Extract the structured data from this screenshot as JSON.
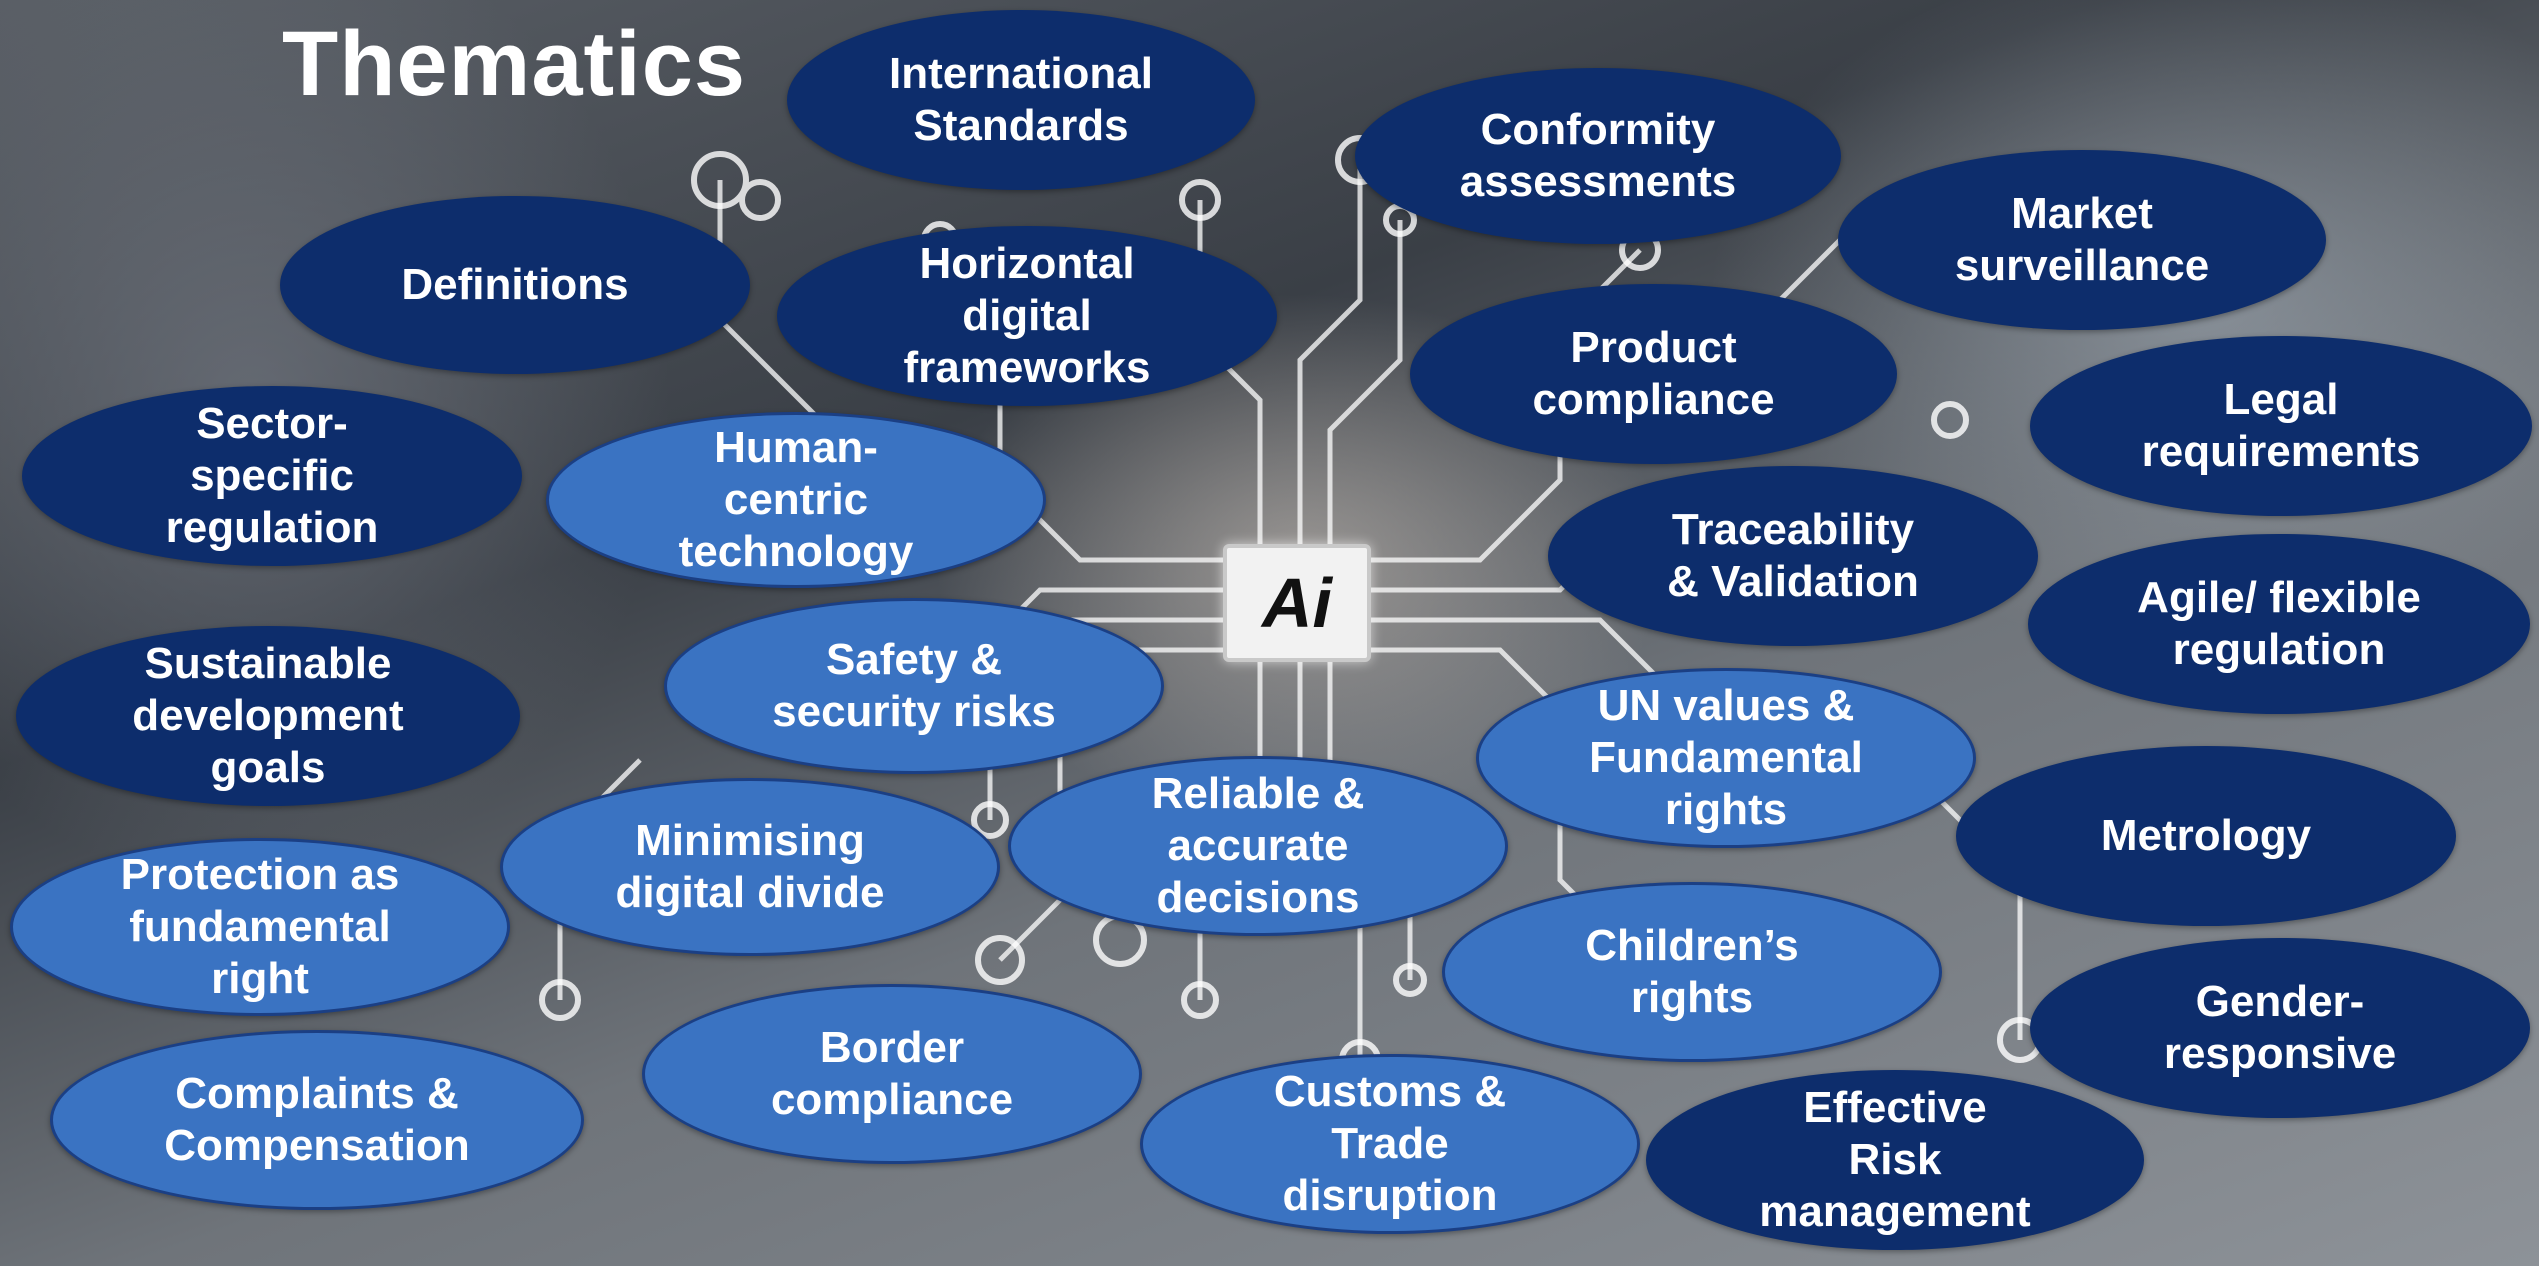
{
  "title": "Thematics",
  "chip_label": "Ai",
  "colors": {
    "dark_oval": "#0d2d6c",
    "light_oval": "#3a73c2",
    "circuit_lines": "#ffffff"
  },
  "themes": [
    {
      "id": "international-standards",
      "label": "International\nStandards",
      "style": "dark"
    },
    {
      "id": "conformity-assessments",
      "label": "Conformity\nassessments",
      "style": "dark"
    },
    {
      "id": "market-surveillance",
      "label": "Market\nsurveillance",
      "style": "dark"
    },
    {
      "id": "definitions",
      "label": "Definitions",
      "style": "dark"
    },
    {
      "id": "horizontal-digital-frameworks",
      "label": "Horizontal\ndigital\nframeworks",
      "style": "dark"
    },
    {
      "id": "product-compliance",
      "label": "Product\ncompliance",
      "style": "dark"
    },
    {
      "id": "legal-requirements",
      "label": "Legal\nrequirements",
      "style": "dark"
    },
    {
      "id": "sector-specific-regulation",
      "label": "Sector-\nspecific\nregulation",
      "style": "dark"
    },
    {
      "id": "human-centric-technology",
      "label": "Human-\ncentric\ntechnology",
      "style": "light"
    },
    {
      "id": "traceability-validation",
      "label": "Traceability\n& Validation",
      "style": "dark"
    },
    {
      "id": "agile-flexible-regulation",
      "label": "Agile/ flexible\nregulation",
      "style": "dark"
    },
    {
      "id": "sustainable-development-goals",
      "label": "Sustainable\ndevelopment\ngoals",
      "style": "dark"
    },
    {
      "id": "safety-security-risks",
      "label": "Safety &\nsecurity risks",
      "style": "light"
    },
    {
      "id": "un-values-fundamental-rights",
      "label": "UN values &\nFundamental\nrights",
      "style": "light"
    },
    {
      "id": "metrology",
      "label": "Metrology",
      "style": "dark"
    },
    {
      "id": "minimising-digital-divide",
      "label": "Minimising\ndigital divide",
      "style": "light"
    },
    {
      "id": "reliable-accurate-decisions",
      "label": "Reliable &\naccurate\ndecisions",
      "style": "light"
    },
    {
      "id": "protection-fundamental-right",
      "label": "Protection as\nfundamental\nright",
      "style": "light"
    },
    {
      "id": "childrens-rights",
      "label": "Children’s\nrights",
      "style": "light"
    },
    {
      "id": "gender-responsive",
      "label": "Gender-\nresponsive",
      "style": "dark"
    },
    {
      "id": "complaints-compensation",
      "label": "Complaints &\nCompensation",
      "style": "light"
    },
    {
      "id": "border-compliance",
      "label": "Border\ncompliance",
      "style": "light"
    },
    {
      "id": "customs-trade-disruption",
      "label": "Customs &\nTrade\ndisruption",
      "style": "light"
    },
    {
      "id": "effective-risk-management",
      "label": "Effective\nRisk\nmanagement",
      "style": "dark"
    }
  ]
}
